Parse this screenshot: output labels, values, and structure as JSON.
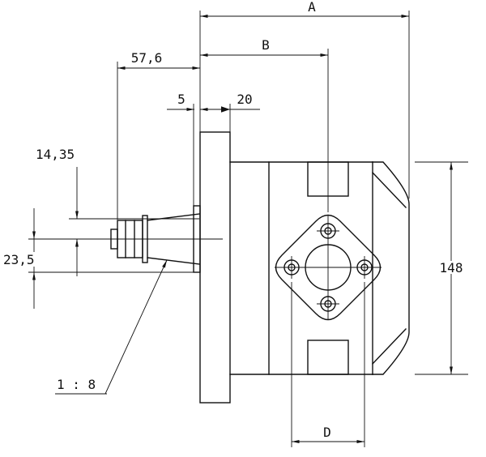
{
  "drawing": {
    "type": "technical-dimension-drawing",
    "subject": "gear-pump-side-view",
    "background_color": "#ffffff",
    "line_color": "#111111",
    "dimensions": {
      "overall_length": "A",
      "port_center_from_flange": "B",
      "shaft_length": "57,6",
      "pilot_protrusion": "5",
      "flange_thickness": "20",
      "key_height": "14,35",
      "center_offset": "23,5",
      "body_height": "148",
      "port_bolt_spacing": "D",
      "shaft_taper": "1 : 8"
    }
  }
}
